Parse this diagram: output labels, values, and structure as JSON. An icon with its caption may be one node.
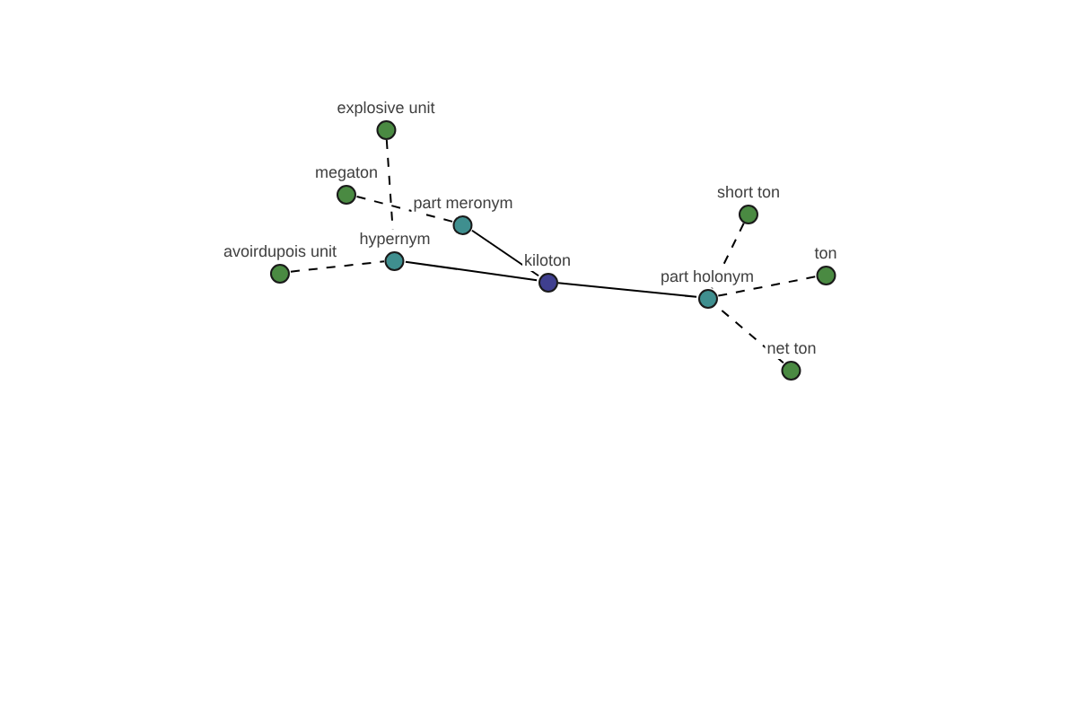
{
  "diagram": {
    "nodes": [
      {
        "text": [
          "explosive unit"
        ]
      },
      {
        "text": [
          "megaton"
        ]
      },
      {
        "text": [
          "part meronym"
        ]
      },
      {
        "text": [
          "short ton"
        ]
      },
      {
        "text": [
          "avoirdupois unit"
        ]
      },
      {
        "text": [
          "hypernym"
        ]
      },
      {
        "text": [
          "kiloton"
        ]
      },
      {
        "text": [
          "ton"
        ]
      },
      {
        "text": [
          "part holonym"
        ]
      },
      {
        "text": [
          "net ton"
        ]
      }
    ],
    "edges": [
      {
        "from": 5,
        "to": 6,
        "arrow": "none"
      },
      {
        "from": 2,
        "to": 6,
        "arrow": "none"
      },
      {
        "from": 6,
        "to": 8,
        "arrow": "none"
      },
      {
        "from": 0,
        "to": 5,
        "arrow": "none",
        "style": "dashed"
      },
      {
        "from": 4,
        "to": 5,
        "arrow": "none",
        "style": "dashed"
      },
      {
        "from": 1,
        "to": 2,
        "arrow": "none",
        "style": "dashed"
      },
      {
        "from": 3,
        "to": 8,
        "arrow": "none",
        "style": "dashed"
      },
      {
        "from": 7,
        "to": 8,
        "arrow": "none",
        "style": "dashed"
      },
      {
        "from": 9,
        "to": 8,
        "arrow": "none",
        "style": "dashed"
      }
    ]
  }
}
